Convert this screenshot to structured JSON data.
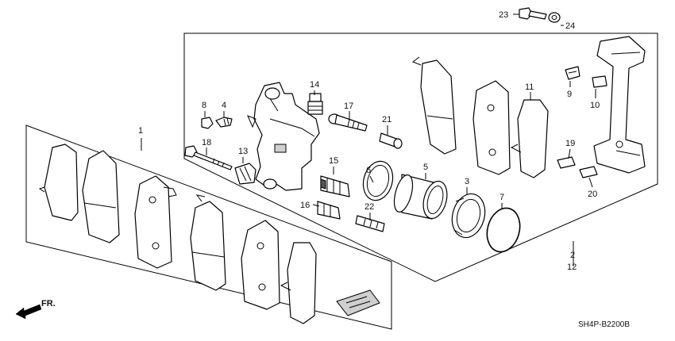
{
  "diagram": {
    "callouts": {
      "c1": "1",
      "c2": "2",
      "c3": "3",
      "c4": "4",
      "c5": "5",
      "c6": "6",
      "c7": "7",
      "c8": "8",
      "c9": "9",
      "c10": "10",
      "c11": "11",
      "c12": "12",
      "c13": "13",
      "c14": "14",
      "c15": "15",
      "c16": "16",
      "c17": "17",
      "c18": "18",
      "c19": "19",
      "c20": "20",
      "c21": "21",
      "c22": "22",
      "c23": "23",
      "c24": "24"
    },
    "front_label": "FR.",
    "diagram_code": "SH4P-B2200B"
  }
}
